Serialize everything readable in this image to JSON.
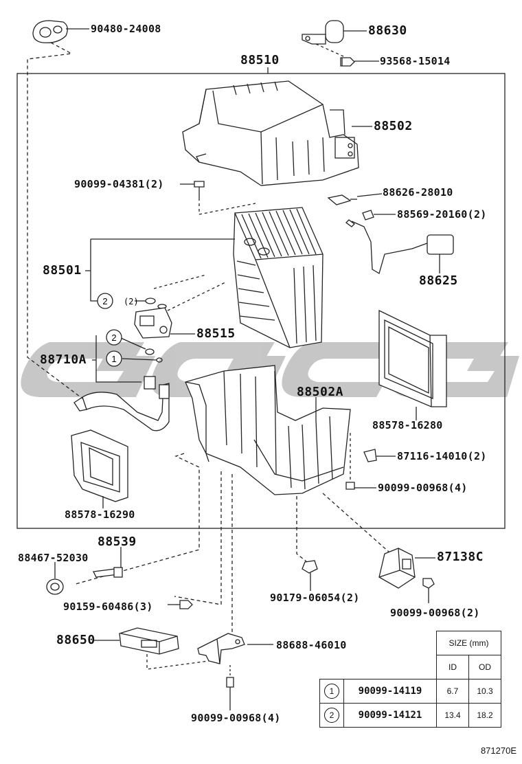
{
  "labels": {
    "p90480": "90480-24008",
    "p88630": "88630",
    "p93568": "93568-15014",
    "p88510": "88510",
    "p88502": "88502",
    "p90099_04381": "90099-04381(2)",
    "p88626": "88626-28010",
    "p88569": "88569-20160(2)",
    "p88501": "88501",
    "p88625": "88625",
    "p88515": "88515",
    "p88710A": "88710A",
    "p88502A": "88502A",
    "p88578_16280": "88578-16280",
    "p87116": "87116-14010(2)",
    "p90099_00968_4a": "90099-00968(4)",
    "p88578_16290": "88578-16290",
    "p88539": "88539",
    "p88467": "88467-52030",
    "p87138C": "87138C",
    "p90159": "90159-60486(3)",
    "p90179": "90179-06054(2)",
    "p90099_00968_2": "90099-00968(2)",
    "p88650": "88650",
    "p88688": "88688-46010",
    "p90099_00968_4b": "90099-00968(4)",
    "oring_note": "(2)"
  },
  "callouts": {
    "c1": "1",
    "c2": "2"
  },
  "size_table": {
    "header": "SIZE (mm)",
    "col_id": "ID",
    "col_od": "OD",
    "rows": [
      {
        "ref": "1",
        "part": "90099-14119",
        "id": "6.7",
        "od": "10.3"
      },
      {
        "ref": "2",
        "part": "90099-14121",
        "id": "13.4",
        "od": "18.2"
      }
    ]
  },
  "watermark": "GGCG",
  "diagram_code": "871270E"
}
